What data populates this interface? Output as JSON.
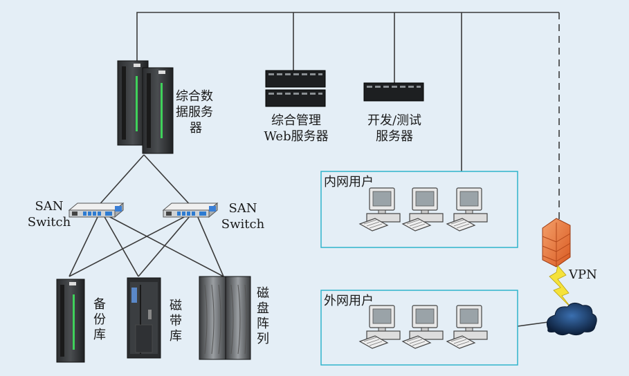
{
  "labels": {
    "integrated_data_server": "综合数据服务器",
    "integrated_data_server_lines": [
      "综合数",
      "据服务",
      "器"
    ],
    "mgmt_web_server_lines": [
      "综合管理",
      "Web服务器"
    ],
    "dev_test_server_lines": [
      "开发/测试",
      "服务器"
    ],
    "san_switch_left_lines": [
      "SAN",
      "Switch"
    ],
    "san_switch_right_lines": [
      "SAN",
      "Switch"
    ],
    "backup_library": "备份库",
    "tape_library": "磁带库",
    "disk_array": "磁盘阵列",
    "intranet_users": "内网用户",
    "extranet_users": "外网用户",
    "vpn": "VPN"
  },
  "icons": [
    "rack-server-icon",
    "blade-server-icon",
    "network-switch-icon",
    "tape-library-icon",
    "disk-array-icon",
    "desktop-computer-icon",
    "firewall-icon",
    "cloud-icon",
    "lightning-icon"
  ],
  "colors": {
    "background": "#e4eef6",
    "box_border": "#2fb4cc",
    "line": "#3a3a3a",
    "firewall": "#e8733a",
    "server_green": "#3fd15a"
  }
}
